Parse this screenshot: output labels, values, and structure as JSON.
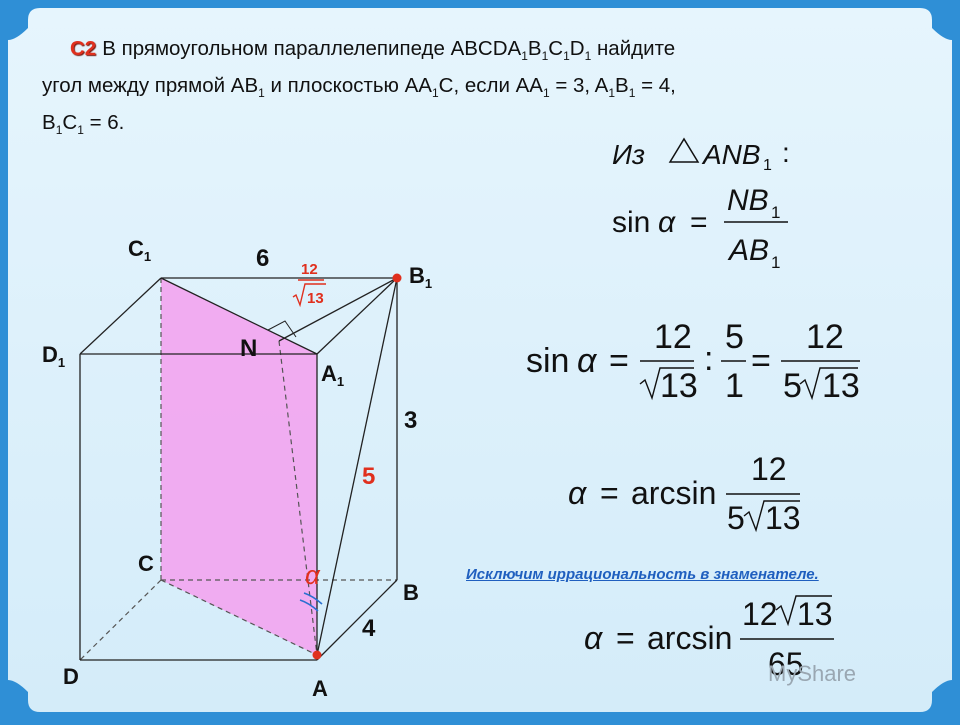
{
  "problem": {
    "code": "C2",
    "line1_pre": "В прямоугольном параллелепипеде ABCDA",
    "line1_post": "B",
    "line1_c": "C",
    "line1_d": "D",
    "line1_tail": " найдите",
    "line2_pre": "угол между прямой AB",
    "line2_mid": " и плоскостью AA",
    "line2_mid2": "C, если AA",
    "line2_val1": " = 3, A",
    "line2_b": "B",
    "line2_val2": " = 4,",
    "line3_b": "B",
    "line3_c": "C",
    "line3_val": " = 6.",
    "sub1": "1"
  },
  "vertices": {
    "C1": "C",
    "B1": "B",
    "D1": "D",
    "A1": "A",
    "N": "N",
    "C": "C",
    "B": "B",
    "D": "D",
    "A": "A",
    "sub": "1"
  },
  "edge_labels": {
    "b1c1": "6",
    "bb1": "3",
    "ab1": "5",
    "ab": "4",
    "nb1_num": "12",
    "nb1_den": "13",
    "alpha": "α"
  },
  "formulas": {
    "from_triangle": "Из",
    "triangle_name": "ANB",
    "colon": ":",
    "sin": "sin",
    "alpha": "α",
    "eq": "=",
    "nb": "NB",
    "ab": "AB",
    "sub1": "1",
    "num12": "12",
    "sqrt13": "13",
    "five": "5",
    "one": "1",
    "arcsin": "arcsin",
    "num12sqrt": "12",
    "den65": "65"
  },
  "note": "Исключим иррациональность в знаменателе.",
  "watermark": "MyShare"
}
